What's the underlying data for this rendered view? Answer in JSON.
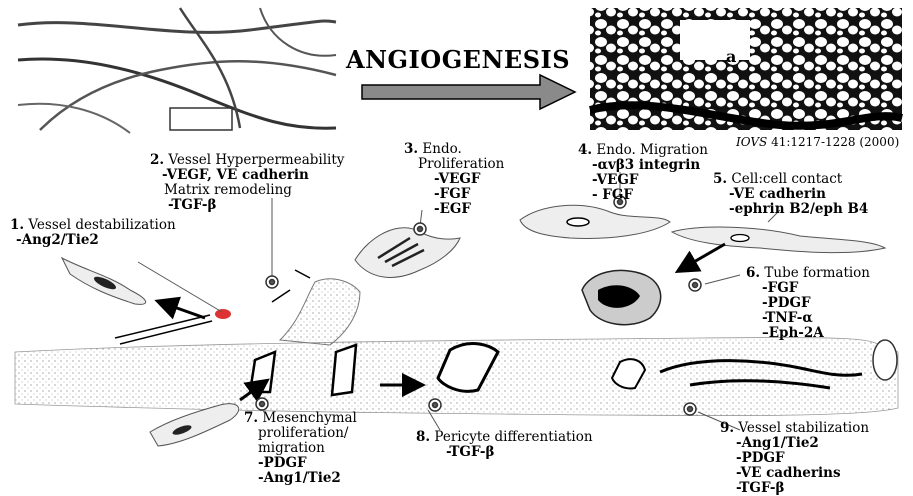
{
  "title": "ANGIOGENESIS",
  "citation": {
    "journal": "IOVS",
    "ref": "41:1217-1228 (2000)"
  },
  "micrograph_label": "a",
  "steps": [
    {
      "num": "1.",
      "title": "Vessel destabilization",
      "extra": "",
      "factors": [
        "-Ang2/Tie2"
      ]
    },
    {
      "num": "2.",
      "title": "Vessel Hyperpermeability",
      "extra": "",
      "factors": [
        "-VEGF, VE cadherin"
      ],
      "title2": "Matrix remodeling",
      "factors2": [
        "-TGF-β"
      ]
    },
    {
      "num": "3.",
      "title": "Endo.",
      "extra": "Proliferation",
      "factors": [
        "-VEGF",
        "-FGF",
        "-EGF"
      ]
    },
    {
      "num": "4.",
      "title": "Endo. Migration",
      "extra": "",
      "factors": [
        "-αvβ3 integrin",
        "-VEGF",
        "- FGF"
      ]
    },
    {
      "num": "5.",
      "title": "Cell:cell contact",
      "extra": "",
      "factors": [
        "-VE cadherin",
        "-ephrin B2/eph B4"
      ]
    },
    {
      "num": "6.",
      "title": "Tube formation",
      "extra": "",
      "factors": [
        "-FGF",
        "-PDGF",
        "-TNF-α",
        "–Eph-2A"
      ]
    },
    {
      "num": "7.",
      "title": "Mesenchymal",
      "extra": "proliferation/ migration",
      "factors": [
        "-PDGF",
        "-Ang1/Tie2"
      ]
    },
    {
      "num": "8.",
      "title": "Pericyte differentiation",
      "extra": "",
      "factors": [
        "-TGF-β"
      ]
    },
    {
      "num": "9.",
      "title": "Vessel stabilization",
      "extra": "",
      "factors": [
        "-Ang1/Tie2",
        "-PDGF",
        "-VE cadherins",
        "-TGF-β"
      ]
    }
  ]
}
